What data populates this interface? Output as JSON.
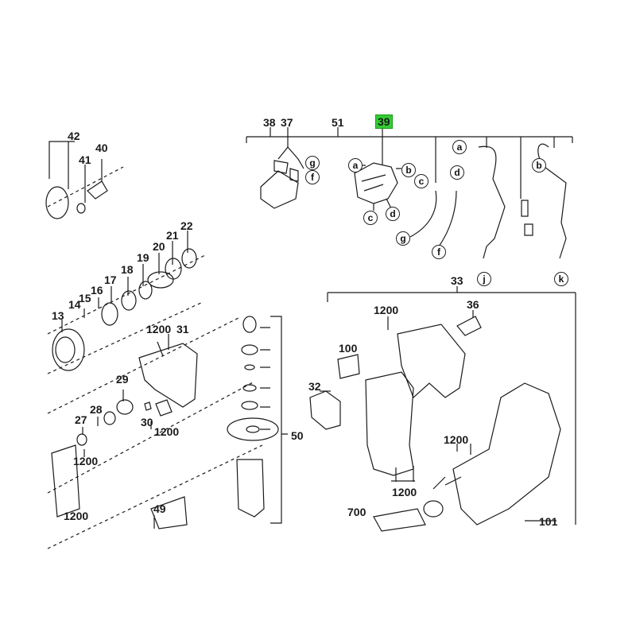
{
  "highlight_color": "#33cc33",
  "line_color": "#1a1a1a",
  "parts": {
    "p42": "42",
    "p41": "41",
    "p40": "40",
    "p22": "22",
    "p21": "21",
    "p20": "20",
    "p19": "19",
    "p18": "18",
    "p17": "17",
    "p16": "16",
    "p15": "15",
    "p14": "14",
    "p13": "13",
    "p1200a": "1200",
    "p31": "31",
    "p29": "29",
    "p28": "28",
    "p27": "27",
    "p30": "30",
    "p1200b": "1200",
    "p1200c": "1200",
    "p1200d": "1200",
    "p49": "49",
    "p50": "50",
    "p38": "38",
    "p37": "37",
    "p51": "51",
    "p39": "39",
    "p33": "33",
    "p1200e": "1200",
    "p36": "36",
    "p100": "100",
    "p32": "32",
    "p1200f": "1200",
    "p1200g": "1200",
    "p700": "700",
    "p101": "101"
  },
  "callouts": {
    "a1": "a",
    "b1": "b",
    "c1": "c",
    "d1": "d",
    "c2": "c",
    "d2": "d",
    "g1": "g",
    "f1": "f",
    "g2": "g",
    "f2": "f",
    "a2": "a",
    "b2": "b",
    "j": "j",
    "k": "k"
  }
}
